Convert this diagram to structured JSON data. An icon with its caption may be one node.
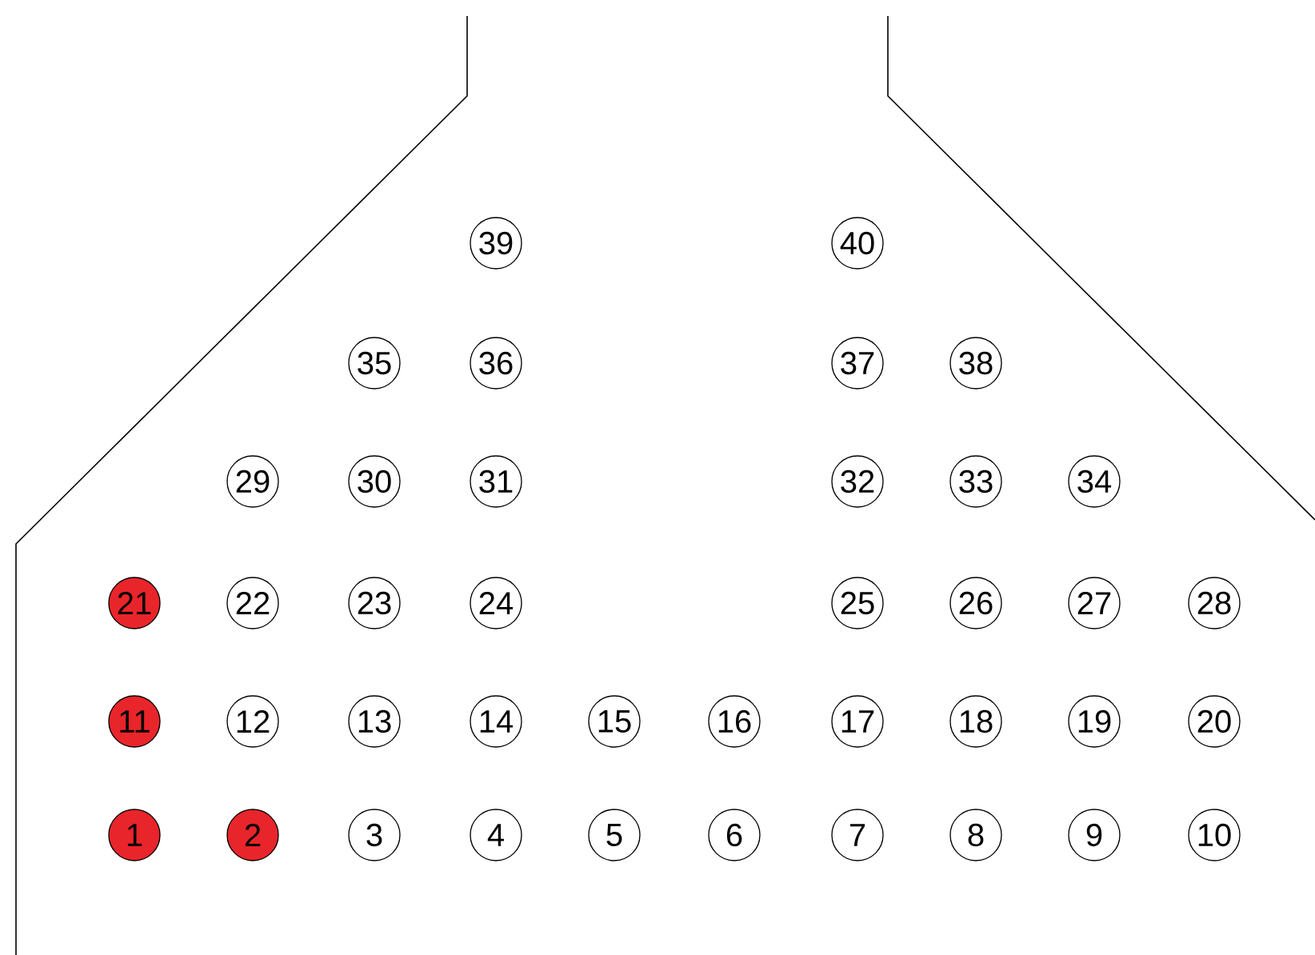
{
  "diagram": {
    "nodes": [
      {
        "text": [
          "1"
        ]
      },
      {
        "text": [
          "2"
        ]
      },
      {
        "text": [
          "3"
        ]
      },
      {
        "text": [
          "4"
        ]
      },
      {
        "text": [
          "5"
        ]
      },
      {
        "text": [
          "6"
        ]
      },
      {
        "text": [
          "7"
        ]
      },
      {
        "text": [
          "8"
        ]
      },
      {
        "text": [
          "9"
        ]
      },
      {
        "text": [
          "10"
        ]
      },
      {
        "text": [
          "11"
        ]
      },
      {
        "text": [
          "12"
        ]
      },
      {
        "text": [
          "13"
        ]
      },
      {
        "text": [
          "14"
        ]
      },
      {
        "text": [
          "15"
        ]
      },
      {
        "text": [
          "16"
        ]
      },
      {
        "text": [
          "17"
        ]
      },
      {
        "text": [
          "18"
        ]
      },
      {
        "text": [
          "19"
        ]
      },
      {
        "text": [
          "20"
        ]
      },
      {
        "text": [
          "21"
        ]
      },
      {
        "text": [
          "22"
        ]
      },
      {
        "text": [
          "23"
        ]
      },
      {
        "text": [
          "24"
        ]
      },
      {
        "text": [
          "25"
        ]
      },
      {
        "text": [
          "26"
        ]
      },
      {
        "text": [
          "27"
        ]
      },
      {
        "text": [
          "28"
        ]
      },
      {
        "text": [
          "29"
        ]
      },
      {
        "text": [
          "30"
        ]
      },
      {
        "text": [
          "31"
        ]
      },
      {
        "text": [
          "32"
        ]
      },
      {
        "text": [
          "33"
        ]
      },
      {
        "text": [
          "34"
        ]
      },
      {
        "text": [
          "35"
        ]
      },
      {
        "text": [
          "36"
        ]
      },
      {
        "text": [
          "37"
        ]
      },
      {
        "text": [
          "38"
        ]
      },
      {
        "text": [
          "39"
        ]
      },
      {
        "text": [
          "40"
        ]
      }
    ]
  }
}
